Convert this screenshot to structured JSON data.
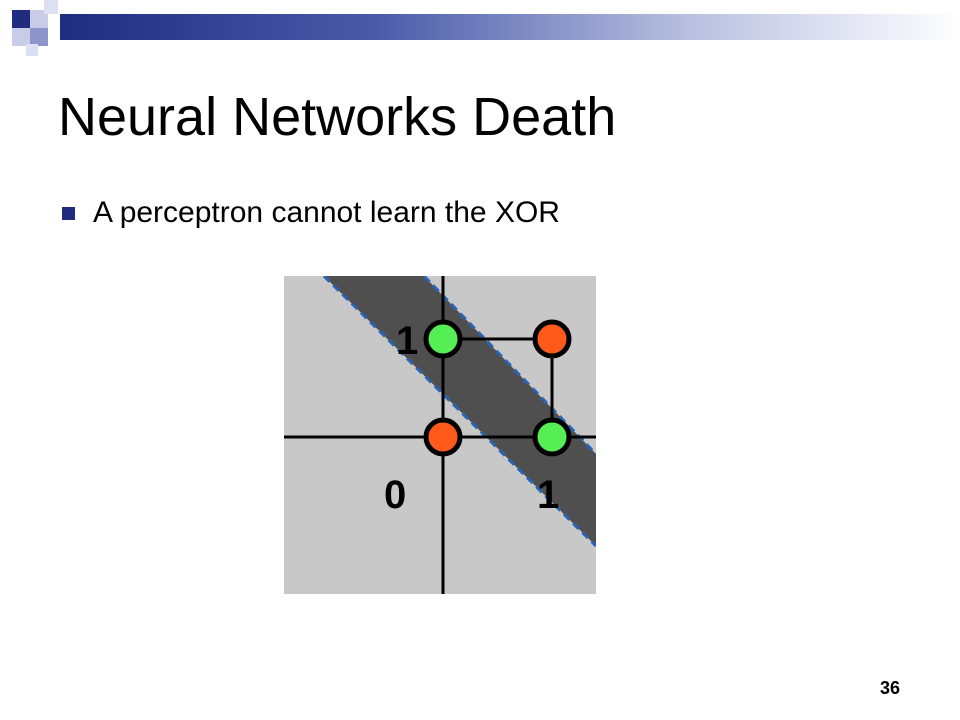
{
  "slide": {
    "title": "Neural Networks Death",
    "bullets": [
      "A perceptron cannot learn the XOR"
    ],
    "page_number": "36"
  },
  "figure": {
    "axis_labels": {
      "x0": "0",
      "x1": "1",
      "y1": "1"
    },
    "points": [
      {
        "name": "point-0-0",
        "x": 0,
        "y": 0,
        "color": "#ff5a1a"
      },
      {
        "name": "point-1-1",
        "x": 1,
        "y": 1,
        "color": "#ff5a1a"
      },
      {
        "name": "point-0-1",
        "x": 0,
        "y": 1,
        "color": "#55ee55"
      },
      {
        "name": "point-1-0",
        "x": 1,
        "y": 0,
        "color": "#55ee55"
      }
    ]
  },
  "colors": {
    "accent": "#1f2c80",
    "background_plot": "#c8c8c8",
    "band": "#4f4f4f",
    "boundary": "#2a64b4"
  }
}
